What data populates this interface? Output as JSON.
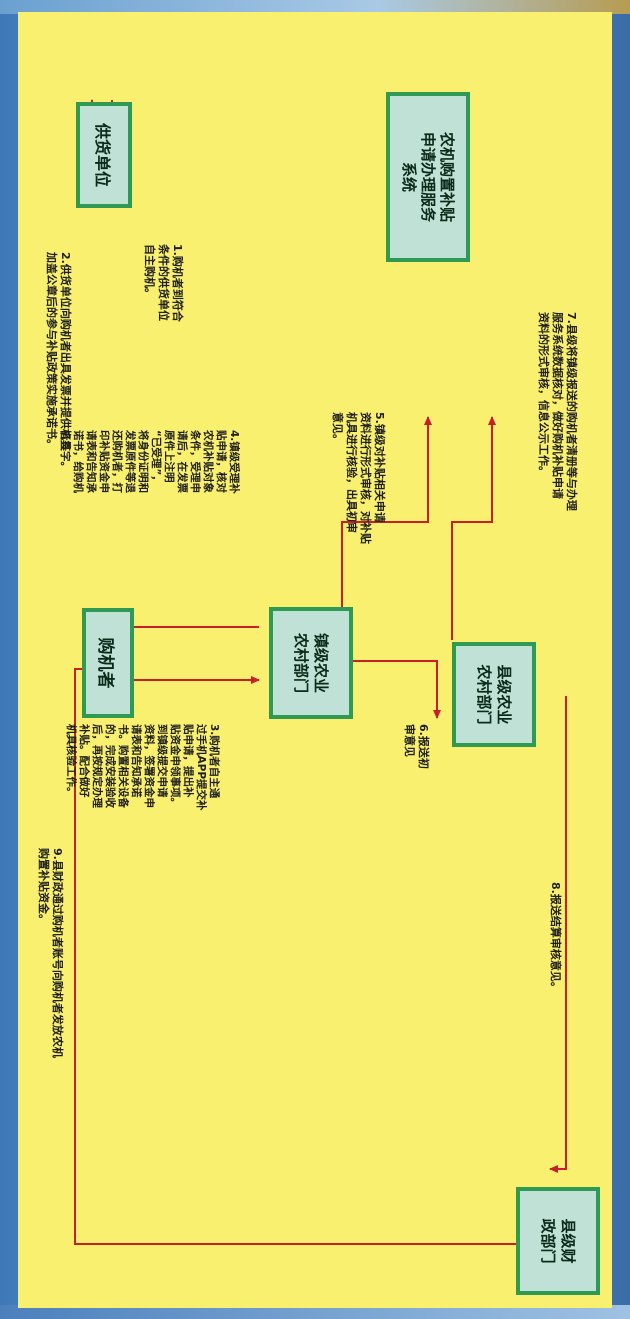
{
  "nodes": {
    "supplier": "供货单位",
    "buyer": "购机者",
    "town": "镇级农业\n农村部门",
    "county_agri": "县级农业\n农村部门",
    "county_finance": "县级财\n政部门",
    "system": "农机购置补贴\n申请办理服务\n系统"
  },
  "steps": {
    "s1": "1.购机者到符合\n条件的供货单位\n自主购机。",
    "s2": "2.供货单位向购机者出具发票并提供机具\n加盖公章后的参与补贴政策实施承诺书。",
    "s3": "3.购机者自主通\n过手机APP提交补\n贴申请，提出补\n贴资金申领事项。\n到镇级提交申请\n资料，签署资金申\n请表和告知承诺\n书。购置相关设备\n的，完成安装验收\n后，再按规定办理\n补贴。配合做好\n机具核验工作。",
    "s4": "4.镇级受理补\n贴申请，核对\n农机补贴对象\n条件，受理申\n请后，在发票\n原件上注明\n“已受理”，\n将身份证明和\n发票原件等退\n还购机者，打\n印补贴资金申\n请表和告知承\n诺书，给购机\n者签字。",
    "s5": "5.镇级对补贴相关申请\n资料进行形式审核，对补贴\n机具进行核验，出具初审\n意见。",
    "s6": "6.报送初\n审意见",
    "s7": "7.县级将镇级报送的购机者清册等与办理\n服务系统数据核对，做好购机补贴申请\n资料的形式审核，信息公示工作。",
    "s8": "8.报送结算审核意见。",
    "s9": "9.县财政通过购机者账号向购机者发放农机\n购置补贴资金。"
  },
  "colors": {
    "board": "#f8f06e",
    "box_fill": "#bfe1d6",
    "box_border": "#2f9a54",
    "arrow": "#c8202a"
  }
}
